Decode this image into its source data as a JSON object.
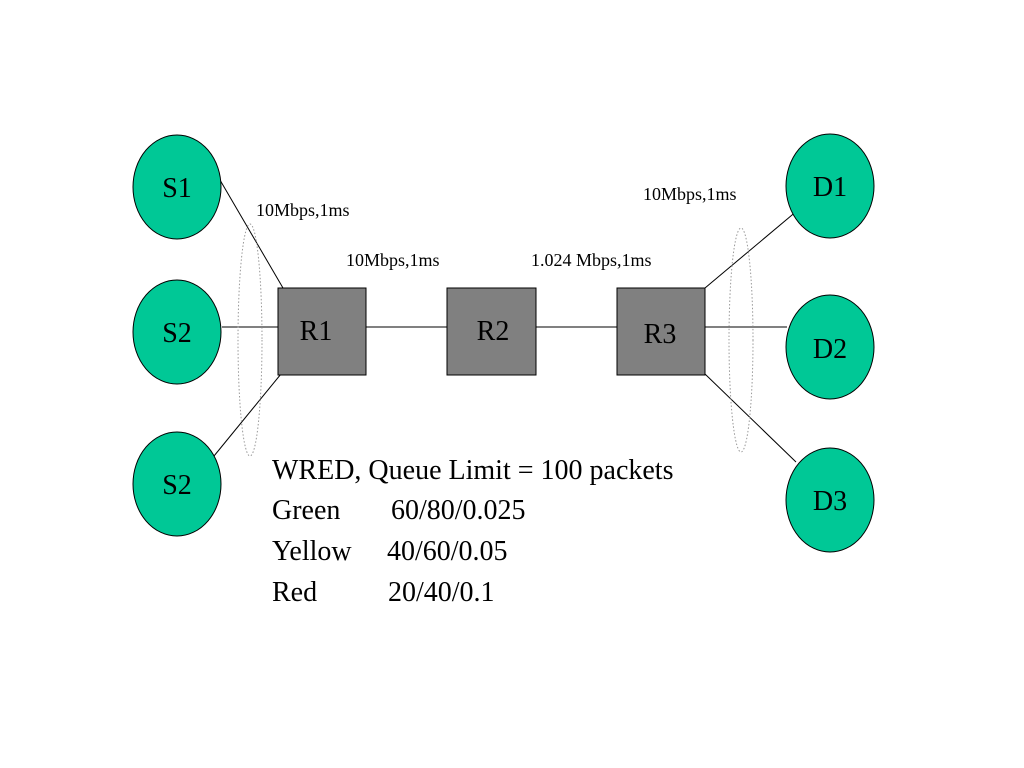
{
  "colors": {
    "host_fill": "#00c896",
    "router_fill": "#808080",
    "stroke": "#000000",
    "group_outline": "#999999"
  },
  "nodes": {
    "s1": "S1",
    "s2_top": "S2",
    "s2_bottom": "S2",
    "r1": "R1",
    "r2": "R2",
    "r3": "R3",
    "d1": "D1",
    "d2": "D2",
    "d3": "D3"
  },
  "links": {
    "source_access": "10Mbps,1ms",
    "r1_r2": "10Mbps,1ms",
    "r2_r3": "1.024 Mbps,1ms",
    "dest_access": "10Mbps,1ms"
  },
  "legend": {
    "title": "WRED, Queue Limit = 100 packets",
    "rows": [
      {
        "color": "Green",
        "params": "60/80/0.025"
      },
      {
        "color": "Yellow",
        "params": "40/60/0.05"
      },
      {
        "color": "Red",
        "params": "20/40/0.1"
      }
    ]
  }
}
